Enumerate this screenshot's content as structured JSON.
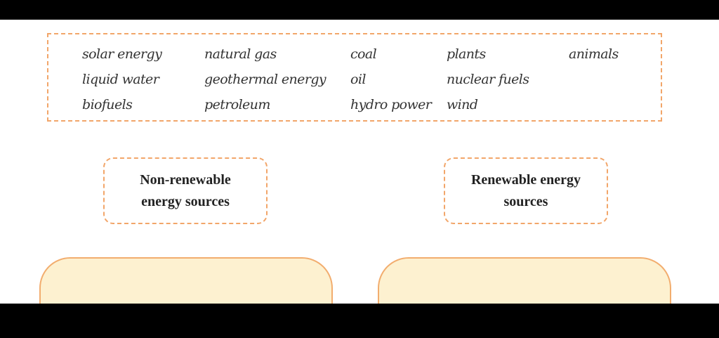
{
  "word_bank": {
    "columns": [
      [
        "solar energy",
        "liquid water",
        "biofuels"
      ],
      [
        "natural gas",
        "geothermal energy",
        "petroleum"
      ],
      [
        "coal",
        "oil",
        "hydro power"
      ],
      [
        "plants",
        "nuclear fuels",
        "wind"
      ],
      [
        "animals"
      ]
    ]
  },
  "categories": {
    "non_renewable": {
      "line1": "Non-renewable",
      "line2": "energy sources"
    },
    "renewable": {
      "line1": "Renewable energy",
      "line2": "sources"
    }
  },
  "colors": {
    "dashed_border": "#f2a66a",
    "answer_box_fill": "#fdf1d0",
    "answer_box_border": "#f2ad6e"
  }
}
